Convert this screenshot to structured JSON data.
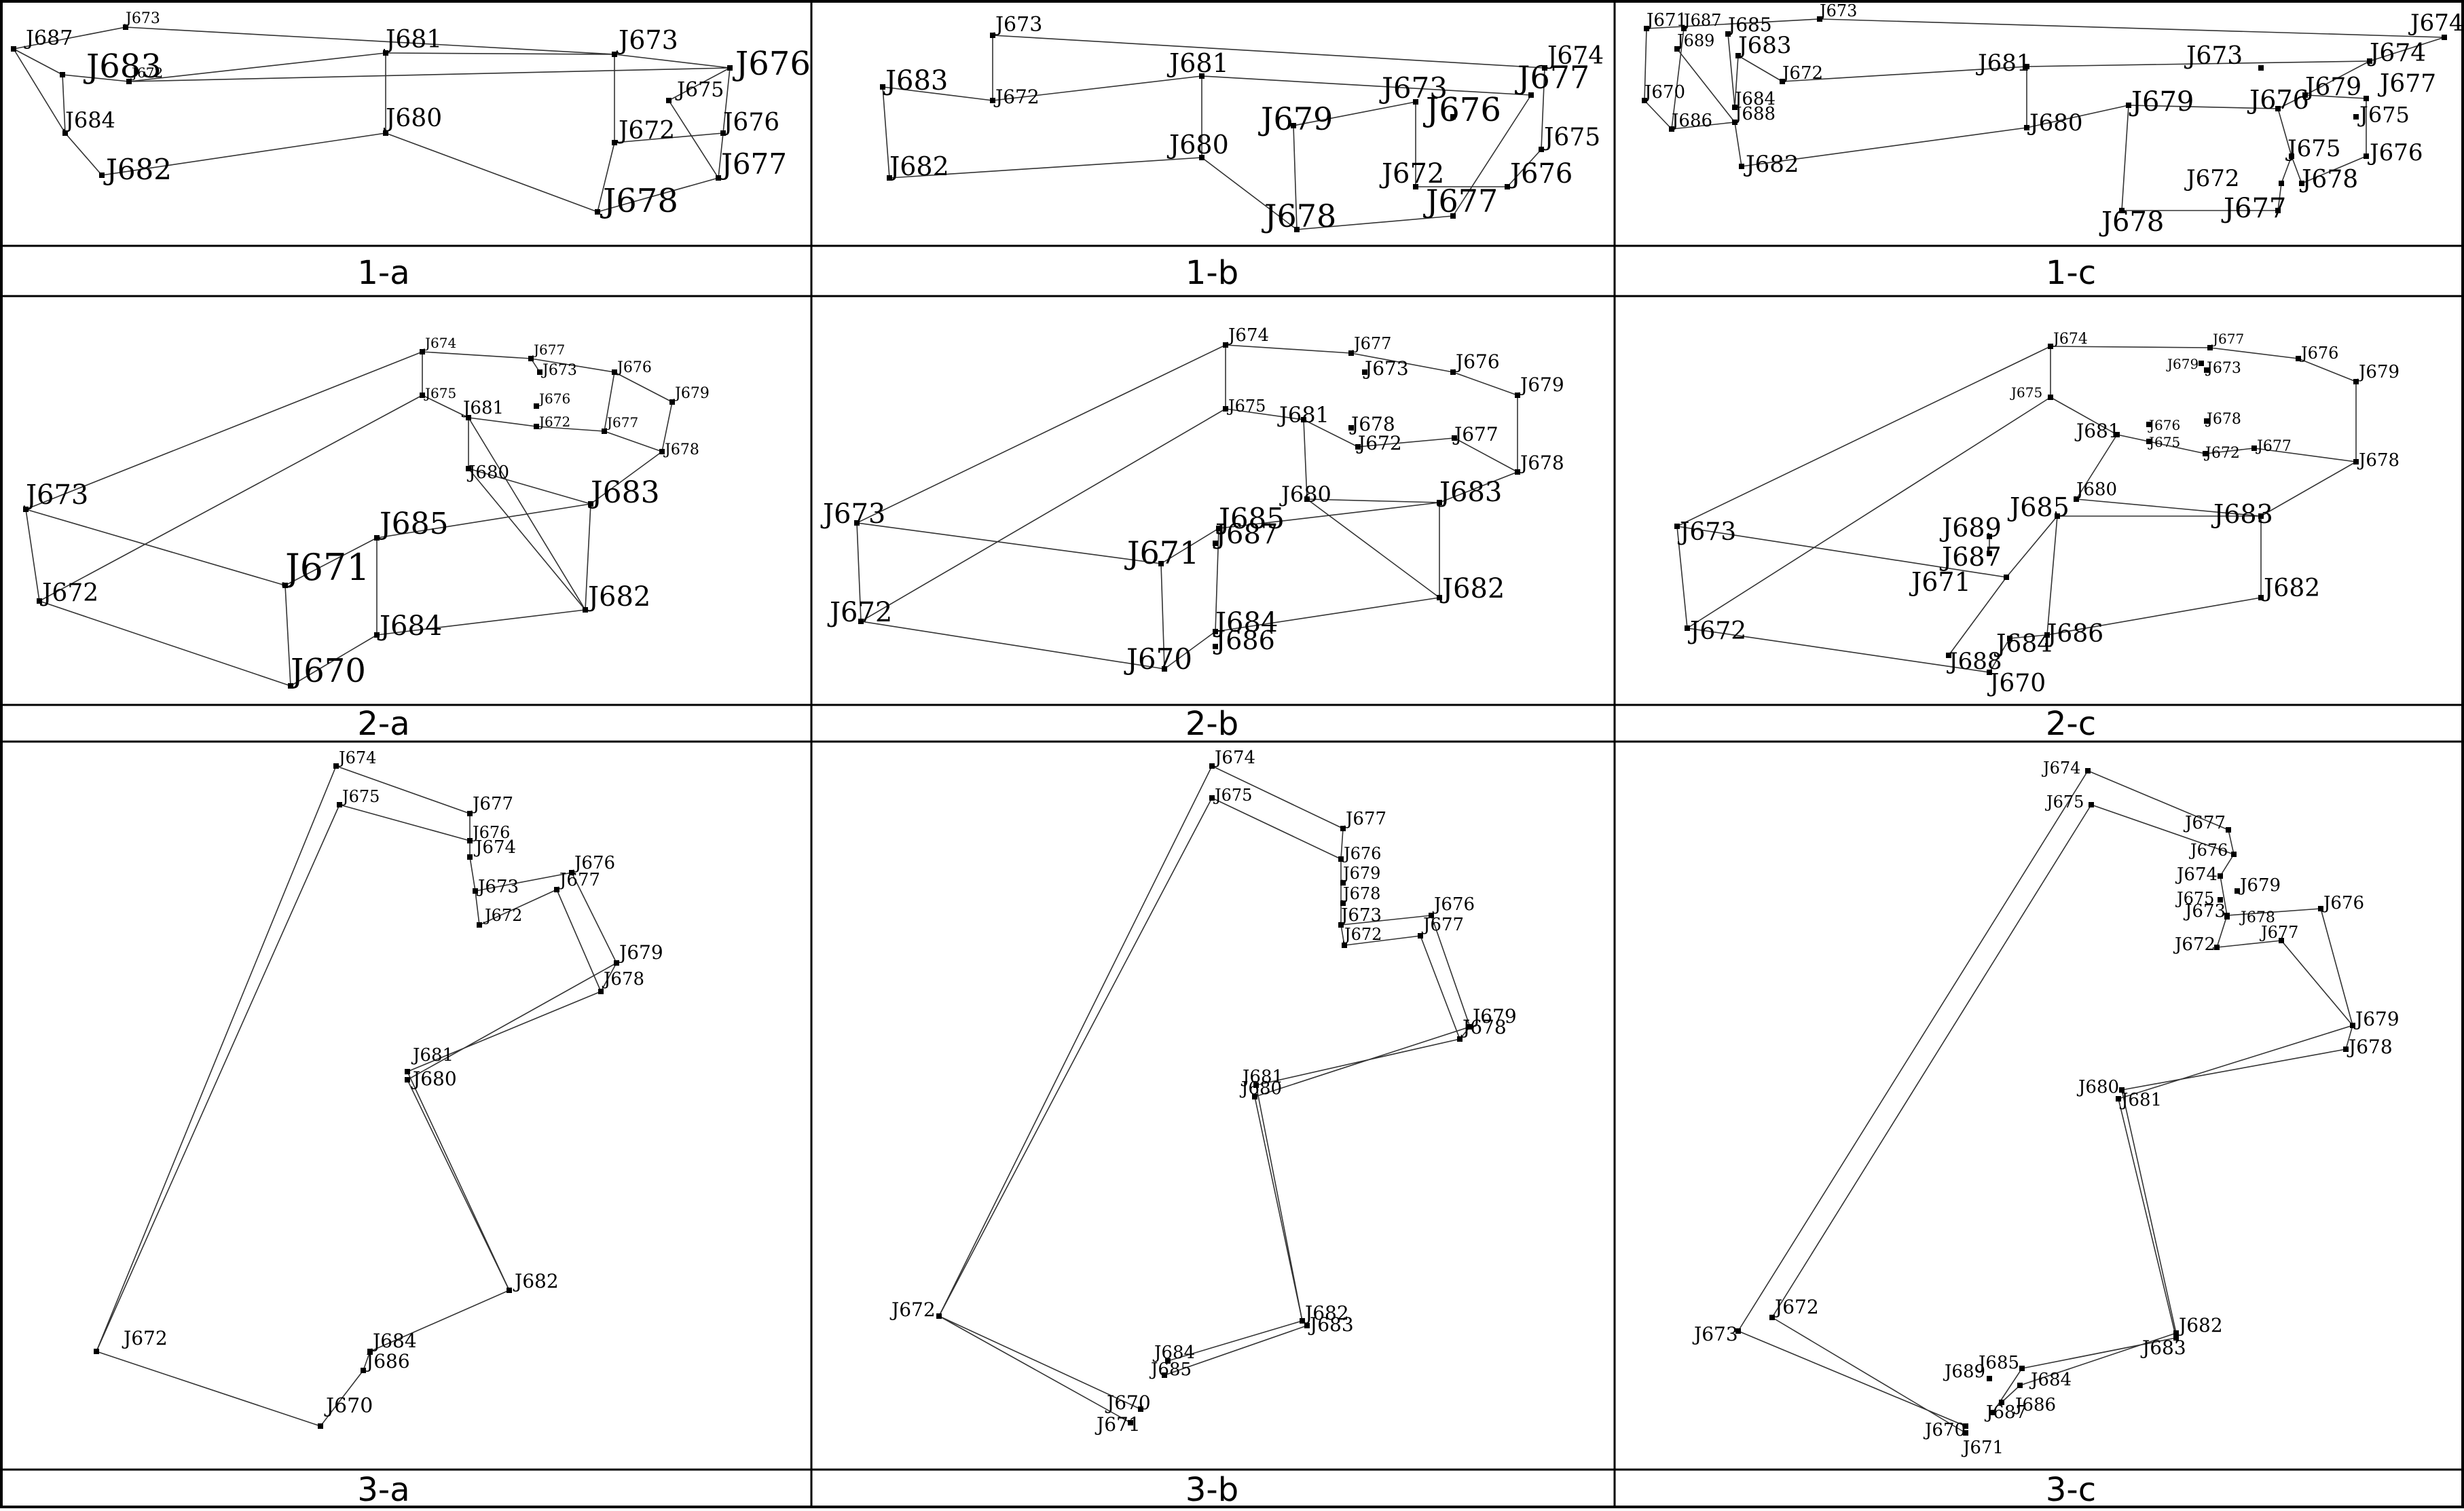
{
  "figure": {
    "panels": [
      {
        "caption": "1-a",
        "nodes": [
          {
            "id": "J687",
            "label": "J687"
          },
          {
            "id": "J673",
            "label": "J673"
          },
          {
            "id": "J683",
            "label": "J683"
          },
          {
            "id": "J672",
            "label": "J672"
          },
          {
            "id": "J681",
            "label": "J681"
          },
          {
            "id": "J684",
            "label": "J684"
          },
          {
            "id": "J680",
            "label": "J680"
          },
          {
            "id": "J682",
            "label": "J682"
          },
          {
            "id": "J673b",
            "label": "J673"
          },
          {
            "id": "J676",
            "label": "J676"
          },
          {
            "id": "J675",
            "label": "J675"
          },
          {
            "id": "J672b",
            "label": "J672"
          },
          {
            "id": "J676b",
            "label": "J676"
          },
          {
            "id": "J677",
            "label": "J677"
          },
          {
            "id": "J678",
            "label": "J678"
          }
        ]
      },
      {
        "caption": "1-b",
        "nodes": [
          {
            "id": "J673",
            "label": "J673"
          },
          {
            "id": "J683",
            "label": "J683"
          },
          {
            "id": "J672",
            "label": "J672"
          },
          {
            "id": "J682",
            "label": "J682"
          },
          {
            "id": "J681",
            "label": "J681"
          },
          {
            "id": "J680",
            "label": "J680"
          },
          {
            "id": "J679",
            "label": "J679"
          },
          {
            "id": "J678",
            "label": "J678"
          },
          {
            "id": "J673b",
            "label": "J673"
          },
          {
            "id": "J674",
            "label": "J674"
          },
          {
            "id": "J676",
            "label": "J676"
          },
          {
            "id": "J677",
            "label": "J677"
          },
          {
            "id": "J675",
            "label": "J675"
          },
          {
            "id": "J672b",
            "label": "J672"
          },
          {
            "id": "J676b",
            "label": "J676"
          },
          {
            "id": "J677b",
            "label": "J677"
          }
        ]
      },
      {
        "caption": "1-c",
        "nodes": [
          {
            "id": "J671",
            "label": "J671"
          },
          {
            "id": "J687",
            "label": "J687"
          },
          {
            "id": "J689",
            "label": "J689"
          },
          {
            "id": "J685",
            "label": "J685"
          },
          {
            "id": "J673",
            "label": "J673"
          },
          {
            "id": "J683",
            "label": "J683"
          },
          {
            "id": "J672",
            "label": "J672"
          },
          {
            "id": "J670",
            "label": "J670"
          },
          {
            "id": "J684",
            "label": "J684"
          },
          {
            "id": "J686",
            "label": "J686"
          },
          {
            "id": "J688",
            "label": "J688"
          },
          {
            "id": "J682",
            "label": "J682"
          },
          {
            "id": "J681",
            "label": "J681"
          },
          {
            "id": "J680",
            "label": "J680"
          },
          {
            "id": "J679",
            "label": "J679"
          },
          {
            "id": "J678",
            "label": "J678"
          },
          {
            "id": "J673b",
            "label": "J673"
          },
          {
            "id": "J674",
            "label": "J674"
          },
          {
            "id": "J676",
            "label": "J676"
          },
          {
            "id": "J675",
            "label": "J675"
          },
          {
            "id": "J672b",
            "label": "J672"
          },
          {
            "id": "J677",
            "label": "J677"
          },
          {
            "id": "J679b",
            "label": "J679"
          },
          {
            "id": "J677b",
            "label": "J677"
          },
          {
            "id": "J675b",
            "label": "J675"
          },
          {
            "id": "J676b",
            "label": "J676"
          },
          {
            "id": "J678b",
            "label": "J678"
          },
          {
            "id": "J674b",
            "label": "J674"
          }
        ]
      },
      {
        "caption": "2-a",
        "nodes": [
          {
            "id": "J674",
            "label": "J674"
          },
          {
            "id": "J677",
            "label": "J677"
          },
          {
            "id": "J673s",
            "label": "J673"
          },
          {
            "id": "J676",
            "label": "J676"
          },
          {
            "id": "J679",
            "label": "J679"
          },
          {
            "id": "J675",
            "label": "J675"
          },
          {
            "id": "J681",
            "label": "J681"
          },
          {
            "id": "J676b",
            "label": "J676"
          },
          {
            "id": "J672s",
            "label": "J672"
          },
          {
            "id": "J677b",
            "label": "J677"
          },
          {
            "id": "J678",
            "label": "J678"
          },
          {
            "id": "J680",
            "label": "J680"
          },
          {
            "id": "J683",
            "label": "J683"
          },
          {
            "id": "J685",
            "label": "J685"
          },
          {
            "id": "J673",
            "label": "J673"
          },
          {
            "id": "J671",
            "label": "J671"
          },
          {
            "id": "J672",
            "label": "J672"
          },
          {
            "id": "J682",
            "label": "J682"
          },
          {
            "id": "J684",
            "label": "J684"
          },
          {
            "id": "J670",
            "label": "J670"
          }
        ]
      },
      {
        "caption": "2-b",
        "nodes": [
          {
            "id": "J674",
            "label": "J674"
          },
          {
            "id": "J677",
            "label": "J677"
          },
          {
            "id": "J673s",
            "label": "J673"
          },
          {
            "id": "J676",
            "label": "J676"
          },
          {
            "id": "J679",
            "label": "J679"
          },
          {
            "id": "J675",
            "label": "J675"
          },
          {
            "id": "J681",
            "label": "J681"
          },
          {
            "id": "J678s",
            "label": "J678"
          },
          {
            "id": "J672s",
            "label": "J672"
          },
          {
            "id": "J677b",
            "label": "J677"
          },
          {
            "id": "J678",
            "label": "J678"
          },
          {
            "id": "J680",
            "label": "J680"
          },
          {
            "id": "J683",
            "label": "J683"
          },
          {
            "id": "J673",
            "label": "J673"
          },
          {
            "id": "J685",
            "label": "J685"
          },
          {
            "id": "J687",
            "label": "J687"
          },
          {
            "id": "J671",
            "label": "J671"
          },
          {
            "id": "J672",
            "label": "J672"
          },
          {
            "id": "J682",
            "label": "J682"
          },
          {
            "id": "J684",
            "label": "J684"
          },
          {
            "id": "J686",
            "label": "J686"
          },
          {
            "id": "J670",
            "label": "J670"
          }
        ]
      },
      {
        "caption": "2-c",
        "nodes": [
          {
            "id": "J674",
            "label": "J674"
          },
          {
            "id": "J677",
            "label": "J677"
          },
          {
            "id": "J679s",
            "label": "J679"
          },
          {
            "id": "J673s",
            "label": "J673"
          },
          {
            "id": "J676",
            "label": "J676"
          },
          {
            "id": "J679",
            "label": "J679"
          },
          {
            "id": "J675",
            "label": "J675"
          },
          {
            "id": "J681",
            "label": "J681"
          },
          {
            "id": "J676s",
            "label": "J676"
          },
          {
            "id": "J678s",
            "label": "J678"
          },
          {
            "id": "J675s",
            "label": "J675"
          },
          {
            "id": "J672s",
            "label": "J672"
          },
          {
            "id": "J677b",
            "label": "J677"
          },
          {
            "id": "J678",
            "label": "J678"
          },
          {
            "id": "J680",
            "label": "J680"
          },
          {
            "id": "J685",
            "label": "J685"
          },
          {
            "id": "J683",
            "label": "J683"
          },
          {
            "id": "J673",
            "label": "J673"
          },
          {
            "id": "J689",
            "label": "J689"
          },
          {
            "id": "J687",
            "label": "J687"
          },
          {
            "id": "J671",
            "label": "J671"
          },
          {
            "id": "J682",
            "label": "J682"
          },
          {
            "id": "J672",
            "label": "J672"
          },
          {
            "id": "J686",
            "label": "J686"
          },
          {
            "id": "J684",
            "label": "J684"
          },
          {
            "id": "J688",
            "label": "J688"
          },
          {
            "id": "J670",
            "label": "J670"
          }
        ]
      },
      {
        "caption": "3-a",
        "nodes": [
          {
            "id": "J674",
            "label": "J674"
          },
          {
            "id": "J675",
            "label": "J675"
          },
          {
            "id": "J677",
            "label": "J677"
          },
          {
            "id": "J676",
            "label": "J676"
          },
          {
            "id": "J674b",
            "label": "J674"
          },
          {
            "id": "J676b",
            "label": "J676"
          },
          {
            "id": "J673",
            "label": "J673"
          },
          {
            "id": "J677b",
            "label": "J677"
          },
          {
            "id": "J672",
            "label": "J672"
          },
          {
            "id": "J679",
            "label": "J679"
          },
          {
            "id": "J678",
            "label": "J678"
          },
          {
            "id": "J681",
            "label": "J681"
          },
          {
            "id": "J680",
            "label": "J680"
          },
          {
            "id": "J682",
            "label": "J682"
          },
          {
            "id": "J684",
            "label": "J684"
          },
          {
            "id": "J686",
            "label": "J686"
          },
          {
            "id": "J672b",
            "label": "J672"
          },
          {
            "id": "J670",
            "label": "J670"
          }
        ]
      },
      {
        "caption": "3-b",
        "nodes": [
          {
            "id": "J674",
            "label": "J674"
          },
          {
            "id": "J675",
            "label": "J675"
          },
          {
            "id": "J677",
            "label": "J677"
          },
          {
            "id": "J676",
            "label": "J676"
          },
          {
            "id": "J679",
            "label": "J679"
          },
          {
            "id": "J678",
            "label": "J678"
          },
          {
            "id": "J673",
            "label": "J673"
          },
          {
            "id": "J672",
            "label": "J672"
          },
          {
            "id": "J676b",
            "label": "J676"
          },
          {
            "id": "J677b",
            "label": "J677"
          },
          {
            "id": "J679b",
            "label": "J679"
          },
          {
            "id": "J678b",
            "label": "J678"
          },
          {
            "id": "J681",
            "label": "J681"
          },
          {
            "id": "J680",
            "label": "J680"
          },
          {
            "id": "J682",
            "label": "J682"
          },
          {
            "id": "J683",
            "label": "J683"
          },
          {
            "id": "J672b",
            "label": "J672"
          },
          {
            "id": "J684",
            "label": "J684"
          },
          {
            "id": "J685",
            "label": "J685"
          },
          {
            "id": "J670",
            "label": "J670"
          },
          {
            "id": "J671",
            "label": "J671"
          }
        ]
      },
      {
        "caption": "3-c",
        "nodes": [
          {
            "id": "J674",
            "label": "J674"
          },
          {
            "id": "J675",
            "label": "J675"
          },
          {
            "id": "J677",
            "label": "J677"
          },
          {
            "id": "J676",
            "label": "J676"
          },
          {
            "id": "J674b",
            "label": "J674"
          },
          {
            "id": "J679",
            "label": "J679"
          },
          {
            "id": "J675b",
            "label": "J675"
          },
          {
            "id": "J673",
            "label": "J673"
          },
          {
            "id": "J678",
            "label": "J678"
          },
          {
            "id": "J672",
            "label": "J672"
          },
          {
            "id": "J677b",
            "label": "J677"
          },
          {
            "id": "J676b",
            "label": "J676"
          },
          {
            "id": "J679b",
            "label": "J679"
          },
          {
            "id": "J678b",
            "label": "J678"
          },
          {
            "id": "J680",
            "label": "J680"
          },
          {
            "id": "J681",
            "label": "J681"
          },
          {
            "id": "J682",
            "label": "J682"
          },
          {
            "id": "J683",
            "label": "J683"
          },
          {
            "id": "J673b",
            "label": "J673"
          },
          {
            "id": "J672b",
            "label": "J672"
          },
          {
            "id": "J685",
            "label": "J685"
          },
          {
            "id": "J689",
            "label": "J689"
          },
          {
            "id": "J684",
            "label": "J684"
          },
          {
            "id": "J686",
            "label": "J686"
          },
          {
            "id": "J687",
            "label": "J687"
          },
          {
            "id": "J670",
            "label": "J670"
          },
          {
            "id": "J671",
            "label": "J671"
          }
        ]
      }
    ]
  }
}
